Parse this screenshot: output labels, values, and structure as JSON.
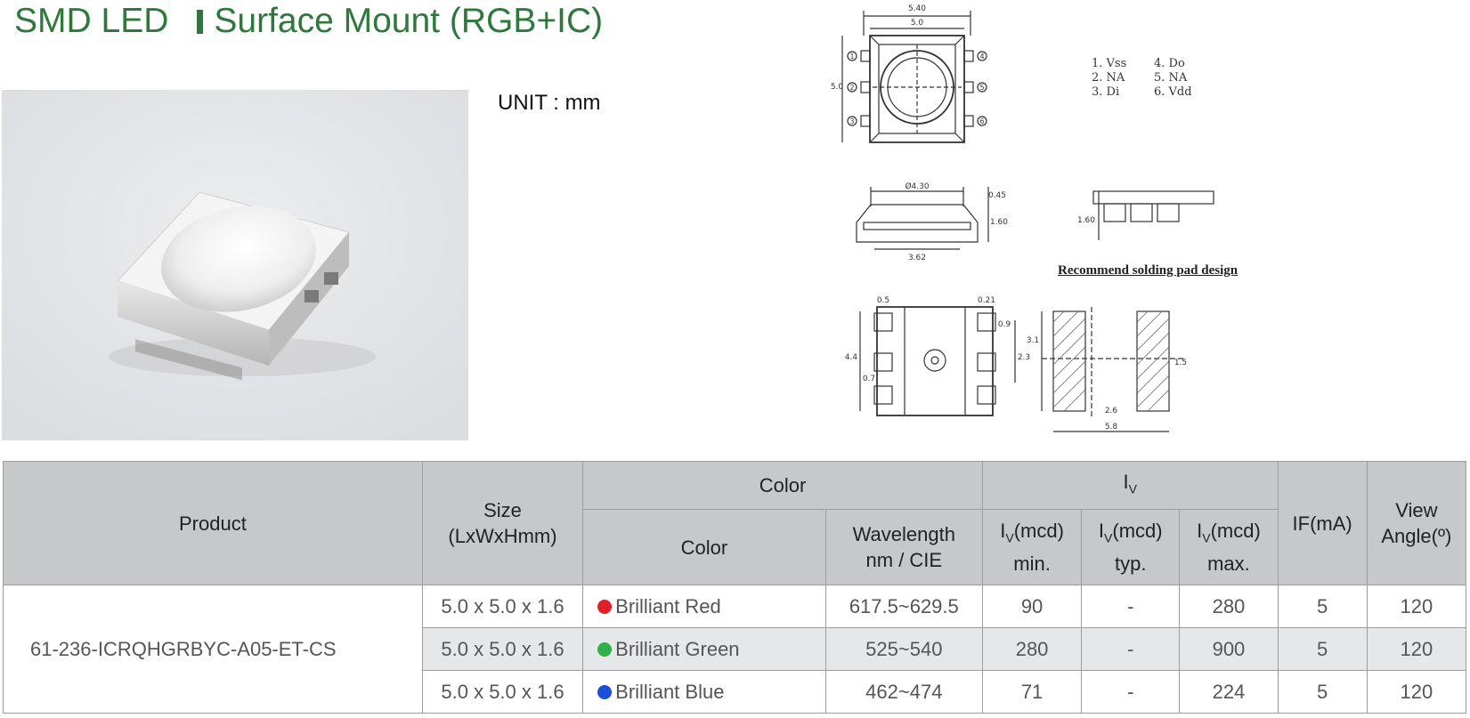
{
  "header": {
    "title_left": "SMD LED",
    "title_right": "Surface Mount (RGB+IC)"
  },
  "unit_label": "UNIT : mm",
  "drawing": {
    "dims": {
      "top_outer": "5.40",
      "top_inner": "5.0",
      "side": "5.0",
      "lens": "Ø4.30",
      "lens_h": "0.45",
      "body_h": "1.60",
      "bottom": "3.62",
      "side_h": "1.60",
      "pad_w": "0.5",
      "pad_gap": "0.21",
      "pad_h": "0.9",
      "pitch": "2.3",
      "total_h": "4.4",
      "pad_l": "0.7",
      "rec_h": "3.1",
      "rec_pad": "1.5",
      "rec_gap": "2.6",
      "rec_w": "5.8"
    },
    "pins": [
      [
        "1. Vss",
        "4. Do"
      ],
      [
        "2. NA",
        "5. NA"
      ],
      [
        "3. Di",
        "6. Vdd"
      ]
    ],
    "pad_title": "Recommend solding pad design"
  },
  "table": {
    "headers": {
      "product": "Product",
      "size": "Size",
      "size_sub": "(LxWxHmm)",
      "color_group": "Color",
      "iv_group": "I",
      "iv_group_sub": "V",
      "color": "Color",
      "wavelength": "Wavelength",
      "wavelength_sub": "nm / CIE",
      "iv_min": "(mcd)",
      "iv_min_sub": "min.",
      "iv_typ": "(mcd)",
      "iv_typ_sub": "typ.",
      "iv_max": "(mcd)",
      "iv_max_sub": "max.",
      "if": "IF(mA)",
      "view": "View",
      "view_sub": "Angle(º)"
    },
    "product": "61-236-ICRQHGRBYC-A05-ET-CS",
    "rows": [
      {
        "size": "5.0 x 5.0 x 1.6",
        "color": "Brilliant Red",
        "dot": "#e31e24",
        "wavelength": "617.5~629.5",
        "min": "90",
        "typ": "-",
        "max": "280",
        "if": "5",
        "angle": "120"
      },
      {
        "size": "5.0 x 5.0 x 1.6",
        "color": "Brilliant Green",
        "dot": "#2db34a",
        "wavelength": "525~540",
        "min": "280",
        "typ": "-",
        "max": "900",
        "if": "5",
        "angle": "120"
      },
      {
        "size": "5.0 x 5.0 x 1.6",
        "color": "Brilliant Blue",
        "dot": "#1d4fd6",
        "wavelength": "462~474",
        "min": "71",
        "typ": "-",
        "max": "224",
        "if": "5",
        "angle": "120"
      }
    ]
  }
}
